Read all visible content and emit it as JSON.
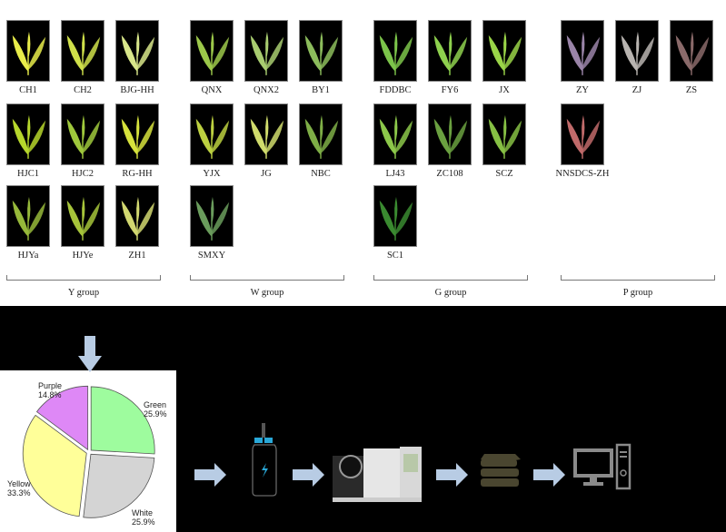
{
  "groups": [
    {
      "label": "Y group",
      "cultivars": [
        {
          "name": "CH1",
          "leaf": "#e8ec4a"
        },
        {
          "name": "CH2",
          "leaf": "#cfe04a"
        },
        {
          "name": "BJG-HH",
          "leaf": "#d8e68a"
        },
        {
          "name": "HJC1",
          "leaf": "#b6d62c"
        },
        {
          "name": "HJC2",
          "leaf": "#9fc83c"
        },
        {
          "name": "RG-HH",
          "leaf": "#d6e23c"
        },
        {
          "name": "HJYa",
          "leaf": "#96b83a"
        },
        {
          "name": "HJYe",
          "leaf": "#a6c43a"
        },
        {
          "name": "ZH1",
          "leaf": "#d2d870"
        }
      ]
    },
    {
      "label": "W group",
      "cultivars": [
        {
          "name": "QNX",
          "leaf": "#9cc84a"
        },
        {
          "name": "QNX2",
          "leaf": "#a8cc70"
        },
        {
          "name": "BY1",
          "leaf": "#8cbc5c"
        },
        {
          "name": "YJX",
          "leaf": "#bcd040"
        },
        {
          "name": "JG",
          "leaf": "#d0dc6c"
        },
        {
          "name": "NBC",
          "leaf": "#7eae46"
        },
        {
          "name": "SMXY",
          "leaf": "#6a9c5c"
        }
      ]
    },
    {
      "label": "G group",
      "cultivars": [
        {
          "name": "FDDBC",
          "leaf": "#7cc44a"
        },
        {
          "name": "FY6",
          "leaf": "#8ed04e"
        },
        {
          "name": "JX",
          "leaf": "#9ad448"
        },
        {
          "name": "LJ43",
          "leaf": "#8cc84a"
        },
        {
          "name": "ZC108",
          "leaf": "#6aa040"
        },
        {
          "name": "SCZ",
          "leaf": "#86c044"
        },
        {
          "name": "SC1",
          "leaf": "#3a8a30"
        }
      ]
    },
    {
      "label": "P group",
      "cultivars": [
        {
          "name": "ZY",
          "leaf": "#9a84a8"
        },
        {
          "name": "ZJ",
          "leaf": "#b8b4b0"
        },
        {
          "name": "ZS",
          "leaf": "#8a6a6a"
        },
        {
          "name": "NNSDCS-ZH",
          "leaf": "#c06a6a"
        }
      ]
    }
  ],
  "chart_data": {
    "type": "pie",
    "slices": [
      {
        "label": "Green",
        "value": 25.9,
        "pct": "25.9%",
        "color": "#9efc9e"
      },
      {
        "label": "White",
        "value": 25.9,
        "pct": "25.9%",
        "color": "#d4d4d4"
      },
      {
        "label": "Yellow",
        "value": 33.3,
        "pct": "33.3%",
        "color": "#ffff99"
      },
      {
        "label": "Purple",
        "value": 14.8,
        "pct": "14.8%",
        "color": "#de88f6"
      }
    ]
  },
  "colors": {
    "arrow": "#b8cce4",
    "books": "#4a4630",
    "computer": "#8a8a8a",
    "vial_cap": "#29a8d8"
  }
}
